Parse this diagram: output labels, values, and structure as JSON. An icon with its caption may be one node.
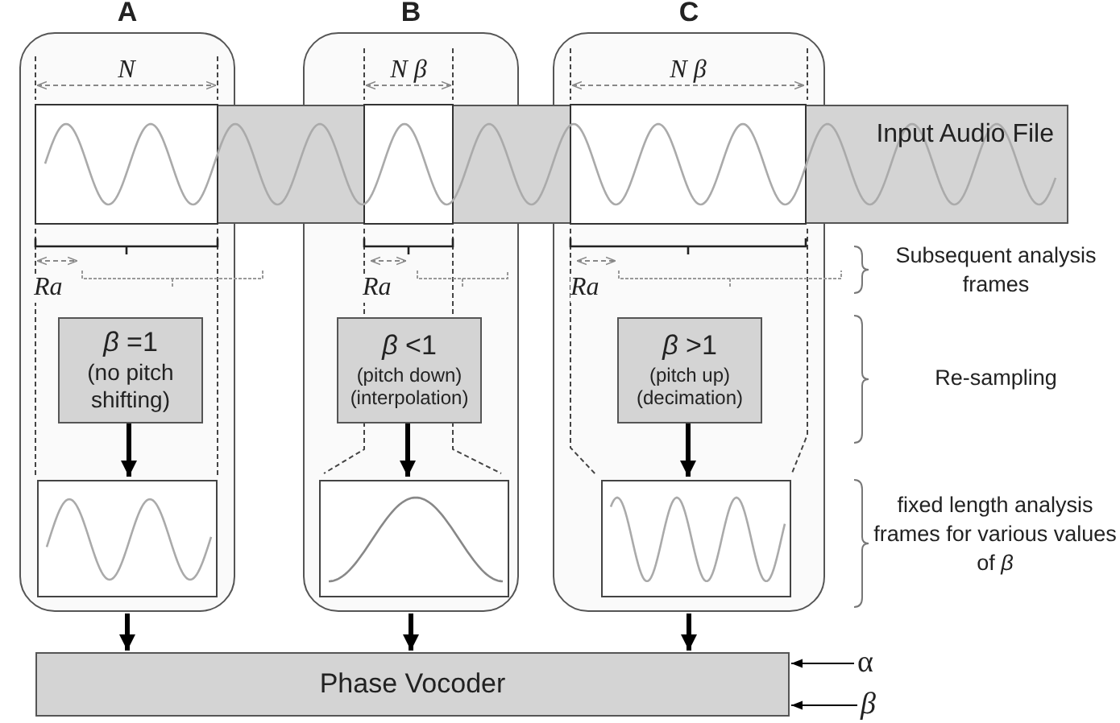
{
  "diagram": {
    "nodes": [
      {
        "text": [
          "A"
        ]
      },
      {
        "text": [
          "B"
        ]
      },
      {
        "text": [
          "C"
        ]
      },
      {
        "text": [
          "Input Audio File"
        ]
      },
      {
        "text": [
          "*β* =1",
          "(no pitch shifting)"
        ],
        "in": 0
      },
      {
        "text": [],
        "shape": "picture",
        "in": 0
      },
      {
        "text": [
          "*β* <1",
          "(pitch down) (interpolation)"
        ],
        "in": 1
      },
      {
        "text": [],
        "shape": "picture",
        "in": 1
      },
      {
        "text": [
          "*β* >1",
          "(pitch up) (decimation)"
        ],
        "in": 2
      },
      {
        "text": [],
        "shape": "picture",
        "in": 2
      },
      {
        "text": [
          "Phase Vocoder"
        ]
      },
      {
        "text": [
          "α"
        ]
      },
      {
        "text": [
          "β"
        ]
      }
    ],
    "edges": [
      {
        "from": 4,
        "to": 5,
        "arrow": "to"
      },
      {
        "from": 6,
        "to": 7,
        "arrow": "to"
      },
      {
        "from": 8,
        "to": 9,
        "arrow": "to"
      },
      {
        "from": 0,
        "to": 10,
        "arrow": "to"
      },
      {
        "from": 1,
        "to": 10,
        "arrow": "to"
      },
      {
        "from": 2,
        "to": 10,
        "arrow": "to"
      },
      {
        "from": 11,
        "to": 10,
        "arrow": "to"
      },
      {
        "from": 12,
        "to": 10,
        "arrow": "to"
      }
    ],
    "labels": [
      "N",
      "N β",
      "N β",
      "Ra",
      "Ra",
      "Ra",
      "Subsequent analysis frames",
      "Re-sampling",
      "fixed length analysis frames for various values of *β*"
    ]
  }
}
